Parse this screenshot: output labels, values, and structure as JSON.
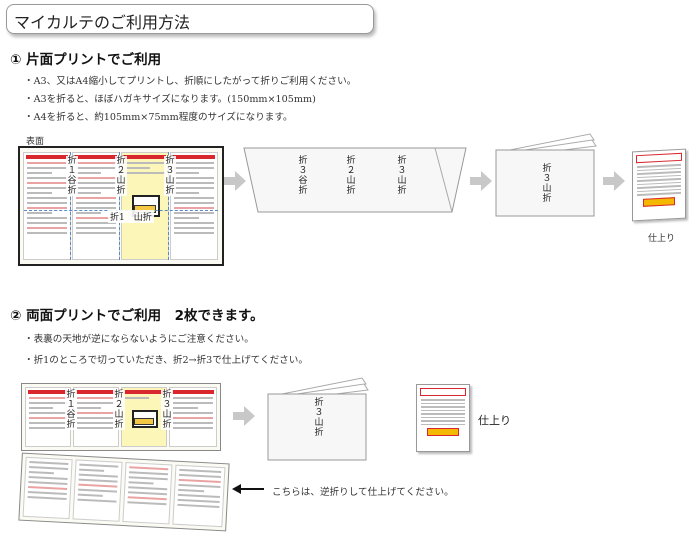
{
  "title": "マイカルテのご利用方法",
  "section1": {
    "heading": "① 片面プリントでご利用",
    "bullets": [
      "・A3、又はA4縮小してプリントし、折順にしたがって折りご利用ください。",
      "・A3を折ると、ほぼハガキサイズになります。(150mm×105mm)",
      "・A4を折ると、約105mm×75mm程度のサイズになります。"
    ],
    "front_label": "表面",
    "folds": {
      "f1_tani": "折\n１\n谷\n折",
      "f2_yama": "折\n２\n山\n折",
      "f3_yama": "折\n３\n山\n折",
      "f1_horizontal": "折1　山折"
    },
    "step2_folds": [
      "折\n３\n谷\n折",
      "折\n２\n山\n折",
      "折\n３\n山\n折"
    ],
    "step3_fold": "折\n３\n山\n折",
    "finished": "仕上り"
  },
  "section2": {
    "heading": "② 両面プリントでご利用　2枚できます。",
    "bullets": [
      "・表裏の天地が逆にならないようにご注意ください。",
      "・折1のところで切っていただき、折2→折3で仕上げてください。"
    ],
    "folds": {
      "f1_tani": "折\n１\n谷\n折",
      "f2_yama": "折\n２\n山\n折",
      "f3_yama": "折\n３\n山\n折"
    },
    "step2_fold": "折\n３\n山\n折",
    "finished": "仕上り",
    "back_note": "こちらは、逆折りして仕上げてください。"
  },
  "colors": {
    "accent": "#d9272e",
    "arrow": "#c8c8c8",
    "fold_line": "#5a88c8",
    "highlight": "#fdf6b9"
  }
}
